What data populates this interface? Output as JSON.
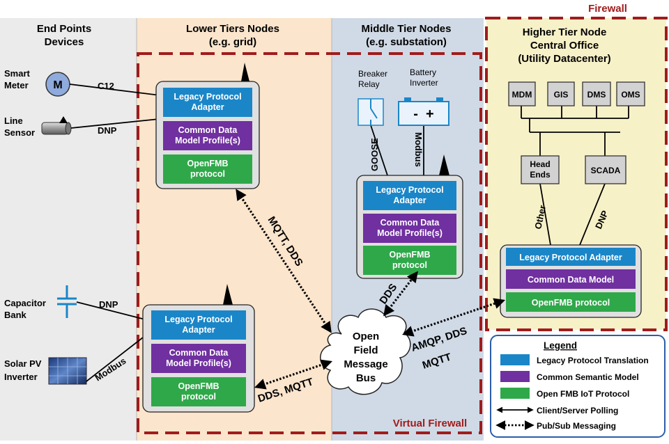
{
  "tiers": {
    "endpoints": "End Points|Devices",
    "lower": "Lower Tiers Nodes|(e.g. grid)",
    "middle": "Middle Tier Nodes|(e.g. substation)",
    "higher": "Higher Tier Node|Central Office|(Utility Datacenter)"
  },
  "firewall_label": "Firewall",
  "virtual_firewall_label": "Virtual Firewall",
  "devices": {
    "smart_meter": "Smart|Meter",
    "meter_symbol": "M",
    "line_sensor": "Line|Sensor",
    "capacitor_bank": "Capacitor|Bank",
    "solar_pv": "Solar PV|Inverter",
    "breaker_relay": "Breaker|Relay",
    "battery_inverter": "Battery|Inverter",
    "battery_symbol": "-  +"
  },
  "links": {
    "c12": "C12",
    "dnp_line": "DNP",
    "dnp_cap": "DNP",
    "modbus_solar": "Modbus",
    "goose": "GOOSE",
    "modbus_batt": "Modbus",
    "mqtt_dds": "MQTT, DDS",
    "dds_mqtt": "DDS, MQTT",
    "dds": "DDS",
    "amqp_dds": "AMQP, DDS",
    "mqtt": "MQTT",
    "other": "Other",
    "dnp_scada": "DNP"
  },
  "node_layers": {
    "legacy": "Legacy Protocol|Adapter",
    "cdm": "Common Data|Model Profile(s)",
    "openfmb": "OpenFMB|protocol"
  },
  "central_layers": {
    "legacy": "Legacy Protocol Adapter",
    "cdm": "Common Data Model",
    "openfmb": "OpenFMB protocol"
  },
  "systems": {
    "mdm": "MDM",
    "gis": "GIS",
    "dms": "DMS",
    "oms": "OMS",
    "head_ends": "Head|Ends",
    "scada": "SCADA"
  },
  "bus": "Open|Field|Message|Bus",
  "legend": {
    "title": "Legend",
    "items": [
      "Legacy Protocol Translation",
      "Common Semantic Model",
      "Open FMB IoT Protocol",
      "Client/Server Polling",
      "Pub/Sub Messaging"
    ]
  },
  "colors": {
    "legacy_blue": "#1a86c8",
    "cdm_purple": "#7030a0",
    "openfmb_green": "#2fa84a",
    "firewall_red": "#a01c1c",
    "endpoints_bg": "#ebebeb",
    "lower_bg": "#fbe5cc",
    "middle_bg": "#d0dae6",
    "higher_bg": "#f7f1c8"
  }
}
